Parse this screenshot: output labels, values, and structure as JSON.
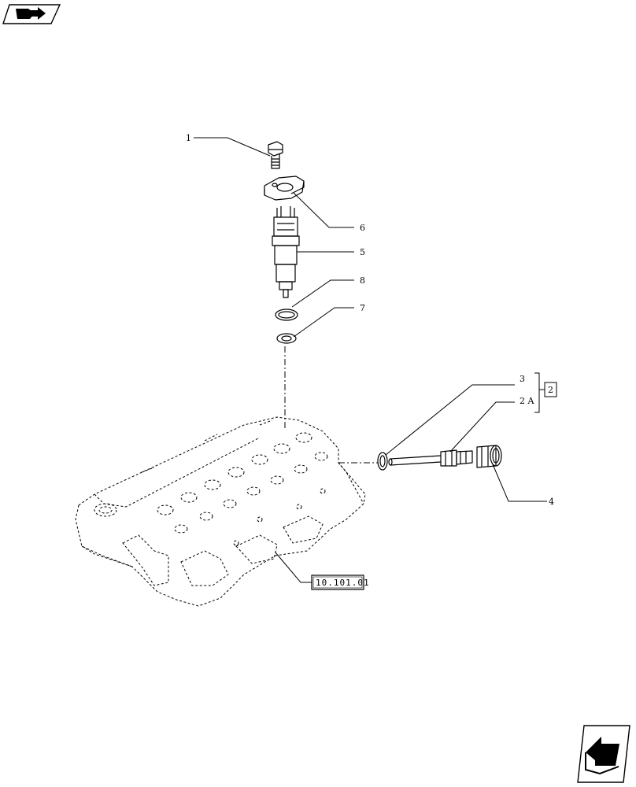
{
  "callouts": {
    "c1": "1",
    "c6": "6",
    "c5": "5",
    "c8": "8",
    "c7": "7",
    "c3": "3",
    "c2a": "2 A",
    "c4": "4",
    "group_ref": "2"
  },
  "reference_box": "10.101.01",
  "icons": {
    "top_left": "book-arrow-icon",
    "bottom_right": "previous-page-arrow-icon"
  }
}
